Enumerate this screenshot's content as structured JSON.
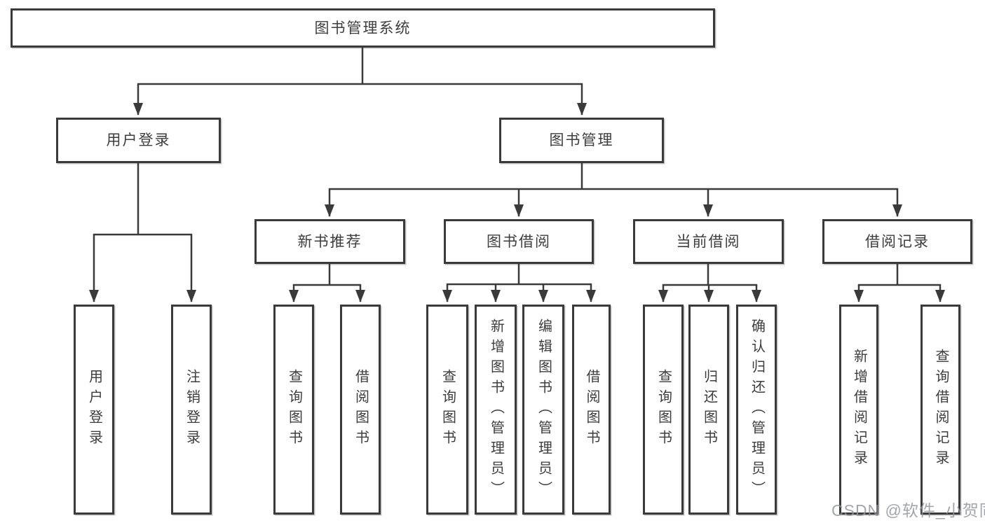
{
  "diagram": {
    "root": {
      "label": "图书管理系统"
    },
    "userLogin": {
      "label": "用户登录",
      "children": [
        "用户登录",
        "注销登录"
      ]
    },
    "bookMgmt": {
      "label": "图书管理"
    },
    "sections": [
      {
        "label": "新书推荐",
        "children": [
          "查询图书",
          "借阅图书"
        ]
      },
      {
        "label": "图书借阅",
        "children": [
          "查询图书",
          "新增图书（管理员）",
          "编辑图书（管理员）",
          "借阅图书"
        ]
      },
      {
        "label": "当前借阅",
        "children": [
          "查询图书",
          "归还图书",
          "确认归还（管理员）"
        ]
      },
      {
        "label": "借阅记录",
        "children": [
          "新增借阅记录",
          "查询借阅记录"
        ]
      }
    ],
    "colors": {
      "line": "#3a3a3a",
      "text": "#3d3d3d",
      "background": "#ffffff",
      "watermark": "#9196a0"
    }
  },
  "watermark": {
    "text": "CSDN @软件_小贺同学"
  }
}
